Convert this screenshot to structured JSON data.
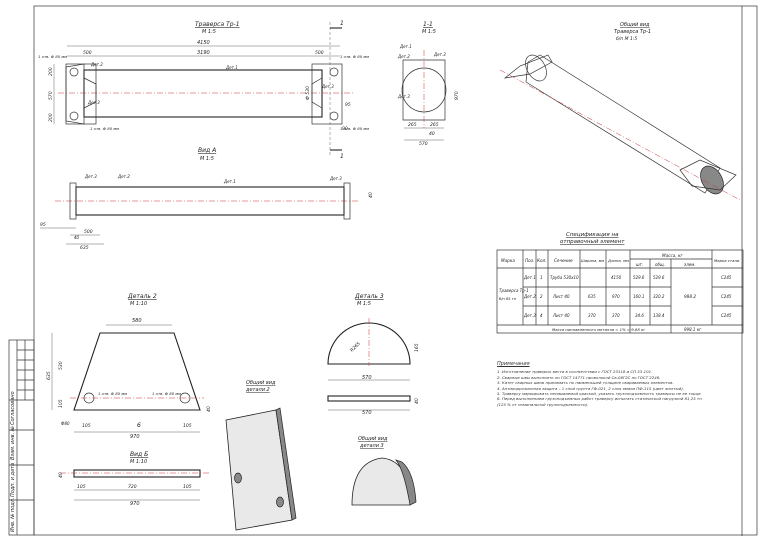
{
  "views": {
    "main_title": "Траверса Тр-1",
    "main_scale": "М 1:5",
    "section_title": "1-1",
    "section_scale": "М 1:5",
    "view_a_title": "Вид А",
    "view_a_scale": "М 1:5",
    "view_b_title": "Вид Б",
    "view_b_scale": "М 1:10",
    "iso_main_title": "Общий вид",
    "iso_main_sub": "Траверса Тр-1",
    "iso_main_scale": "б/п М 1:5",
    "iso_det2_title": "Общий вид",
    "iso_det2_sub": "детали 2",
    "iso_det3_title": "Общий вид",
    "iso_det3_sub": "детали 3",
    "det2_title": "Деталь 2",
    "det2_scale": "М 1:10",
    "det3_title": "Деталь 3",
    "det3_scale": "М 1:5"
  },
  "labels": {
    "det1": "Дет.1",
    "det2": "Дет.2",
    "det3": "Дет.3",
    "hole": "1 отв. Ф 80 мм",
    "sec_mark": "1"
  },
  "dims": {
    "d4150": "4150",
    "d3190": "3190",
    "d500": "500",
    "d570": "570",
    "d200": "200",
    "d95": "95",
    "d90": "90",
    "d970": "970",
    "d265": "265",
    "d40": "40",
    "d580": "580",
    "d635": "635",
    "d530": "530",
    "d105": "105",
    "d165": "165",
    "d720": "720",
    "d6": "6",
    "dR265": "R265",
    "dF530": "Ф 530",
    "dF80": "Ф80"
  },
  "spec": {
    "title": "Спецификация на",
    "title2": "отправочный элемент",
    "headers": {
      "mark": "Марка",
      "pos": "Поз.",
      "qty": "Кол.",
      "section": "Сечение",
      "width": "Ширина, мм",
      "length": "Длина, мм",
      "mass": "Масса, кг",
      "pc": "шт.",
      "total": "общ.",
      "elem": "элем.",
      "steel": "Марка стали"
    },
    "element_mark": "Траверса Тр-1",
    "element_mark2": "б/п 65 тн",
    "rows": [
      {
        "pos": "Дет.1",
        "qty": "1",
        "section": "Труба 530х10",
        "width": "",
        "length": "4150",
        "pc": "529.6",
        "total": "529.6",
        "steel": "С245"
      },
      {
        "pos": "Дет.2",
        "qty": "2",
        "section": "Лист 40",
        "width": "635",
        "length": "970",
        "pc": "160.1",
        "total": "320.2",
        "steel": "С245"
      },
      {
        "pos": "Дет.3",
        "qty": "4",
        "section": "Лист 40",
        "width": "370",
        "length": "370",
        "pc": "34.6",
        "total": "138.4",
        "steel": "С245"
      }
    ],
    "elem_mass": "988.2",
    "weld_label": "Масса наплавленного металла = 1% = 9.88 кг",
    "weld_total": "998.1 кг"
  },
  "notes": {
    "heading": "Примечания",
    "items": [
      "1. Изготовление траверсы вести в соответствии с ГОСТ 23118 и СП 53-101.",
      "2. Сварные швы выполнить по ГОСТ 14771 проволокой Св-08Г2С по ГОСТ 2246.",
      "3. Катет сварных швов принимать по наименьшей толщине свариваемых элементов.",
      "4. Антикоррозионная защита – 1 слой грунта ГФ-021, 2 слоя эмали ПФ-115 (цвет желтый).",
      "5. Траверсу маркировать несмываемой краской, указать грузоподъемность траверсы не ее торце.",
      "6. Перед выполнением грузоподъемных работ траверсу испытать статической нагрузкой 81,25 тн",
      "(125 % от номинальной грузоподъемности)."
    ]
  },
  "stamp": {
    "col1": "Согласовано",
    "col2": "Взам. инв. №",
    "col3": "Подп. и дата",
    "col4": "Инв. № подл."
  }
}
